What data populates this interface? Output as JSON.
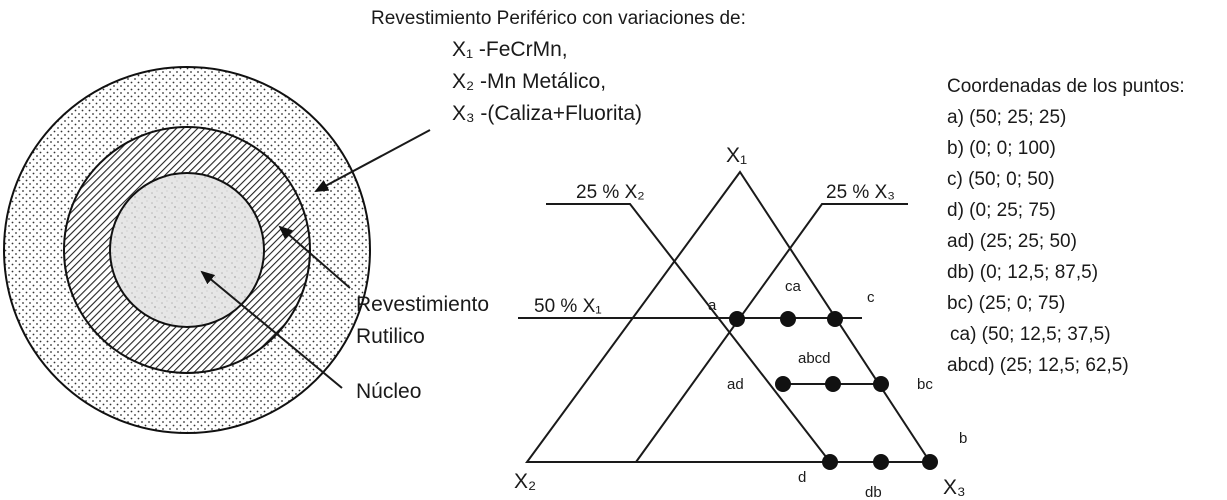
{
  "peripheral_title": "Revestimiento Periférico con variaciones de:",
  "variations": [
    "X₁ -FeCrMn,",
    "X₂ -Mn Metálico,",
    "X₃ -(Caliza+Fluorita)"
  ],
  "inner_coating": [
    "Revestimiento",
    "Rutilico"
  ],
  "core": "Núcleo",
  "vertices": {
    "top": "X₁",
    "left": "X₂",
    "right": "X₃"
  },
  "lines": {
    "x2": "25 % X₂",
    "x3": "25 % X₃",
    "x1": "50 % X₁"
  },
  "point_labels": {
    "a": "a",
    "b": "b",
    "c": "c",
    "d": "d",
    "ad": "ad",
    "db": "db",
    "bc": "bc",
    "ca": "ca",
    "abcd": "abcd"
  },
  "coords_title": "Coordenadas de los puntos:",
  "coords": [
    "a) (50; 25; 25)",
    "b) (0; 0; 100)",
    "c) (50; 0; 50)",
    "d) (0; 25; 75)",
    "ad) (25; 25; 50)",
    "db) (0; 12,5; 87,5)",
    "bc) (25; 0; 75)",
    "ca) (50; 12,5; 37,5)",
    "abcd) (25; 12,5; 62,5)"
  ]
}
